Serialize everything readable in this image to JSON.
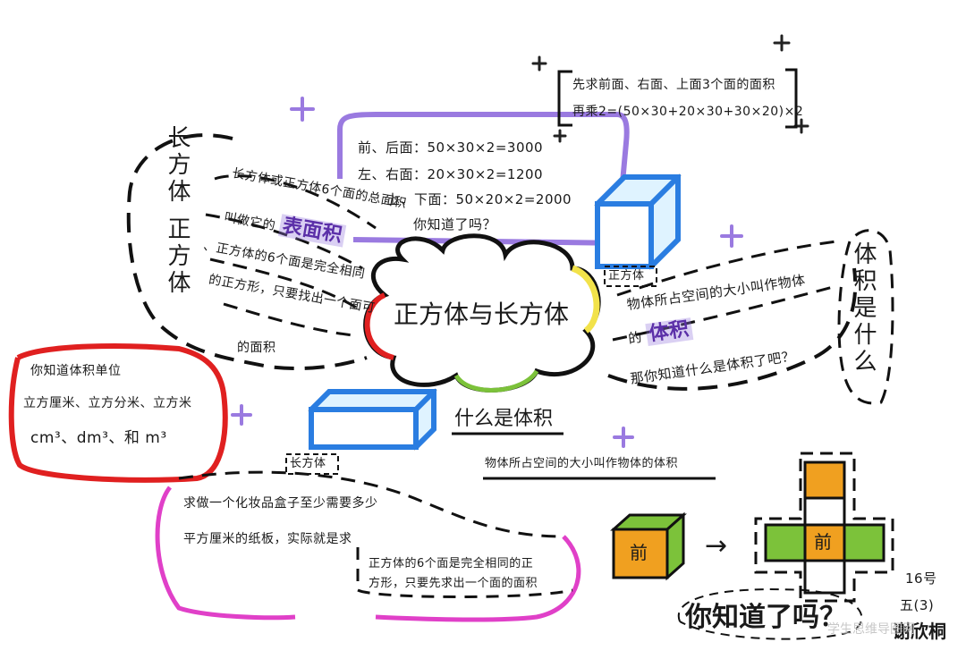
{
  "center": {
    "title": "正方体与长方体"
  },
  "left_branch": {
    "heading": "长方体 正方体",
    "line1": "长方体或正方体6个面的总面积",
    "line2_prefix": "叫做它的",
    "highlight": "表面积",
    "line3": "、正方体的6个面是完全相同",
    "line4": "的正方形，只要找出一个面可",
    "line5": "的面积"
  },
  "top_box": {
    "row1": "前、后面：50×30×2=3000",
    "row2": "左、右面：20×30×2=1200",
    "row3": "上、下面：50×20×2=2000",
    "row4": "你知道了吗？"
  },
  "top_right_box": {
    "line1": "先求前面、右面、上面3个面的面积",
    "line2": "再乘2=(50×30+20×30+30×20)×2"
  },
  "right_branch": {
    "heading": "体积是什么",
    "line1": "物体所占空间的大小叫作物体",
    "line2_prefix": "的",
    "highlight": "体积",
    "line3": "那你知道什么是体积了吧？"
  },
  "volume_def": {
    "heading": "什么是体积",
    "line1": "物体所占空间的大小叫作物体的体积"
  },
  "units_box": {
    "line1": "你知道体积单位",
    "line2": "立方厘米、立方分米、立方米",
    "line3": "cm³、dm³、和 m³"
  },
  "bottom_left_box": {
    "line1": "求做一个化妆品盒子至少需要多少",
    "line2": "平方厘米的纸板，实际就是求",
    "line3": "正方体的6个面是完全相同的正",
    "line4": "方形，只要先求出一个面的面积"
  },
  "cube_labels": {
    "cube": "正方体",
    "cuboid": "长方体"
  },
  "net": {
    "front_label": "前",
    "front_label_net": "前",
    "arrow": "→"
  },
  "footer": {
    "question": "你知道了吗？",
    "id": "16号",
    "class": "五(3)",
    "name": "谢欣桐"
  },
  "watermark": "学生思维导图网",
  "colors": {
    "purple": "#9a7ae0",
    "red": "#e02020",
    "magenta": "#e040c8",
    "blue": "#2a7de1",
    "yellow": "#f2e24a",
    "green": "#7cc23a",
    "orange": "#f0a020"
  }
}
